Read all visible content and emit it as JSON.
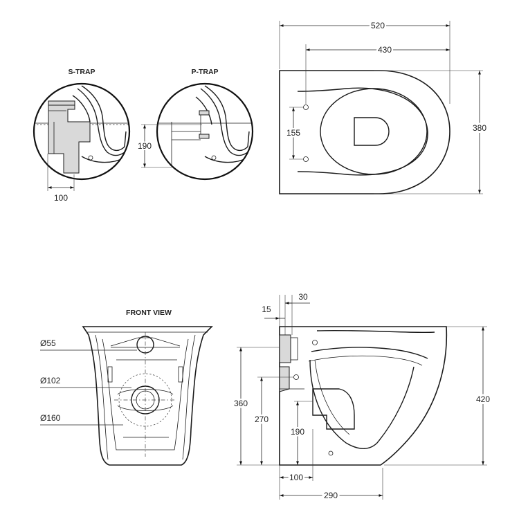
{
  "labels": {
    "s_trap": "S-TRAP",
    "p_trap": "P-TRAP",
    "front_view": "FRONT VIEW"
  },
  "dimensions": {
    "s_trap_offset": "100",
    "p_trap_height": "190",
    "plan_length": "520",
    "plan_fixing_distance": "430",
    "plan_fixing_spacing": "155",
    "plan_width": "380",
    "front_hole_small": "Ø55",
    "front_hole_medium": "Ø102",
    "front_hole_large": "Ø160",
    "side_gap_15": "15",
    "side_gap_30": "30",
    "side_height_360": "360",
    "side_height_270": "270",
    "side_height_190": "190",
    "side_height_420": "420",
    "side_offset_100": "100",
    "side_depth_290": "290"
  }
}
